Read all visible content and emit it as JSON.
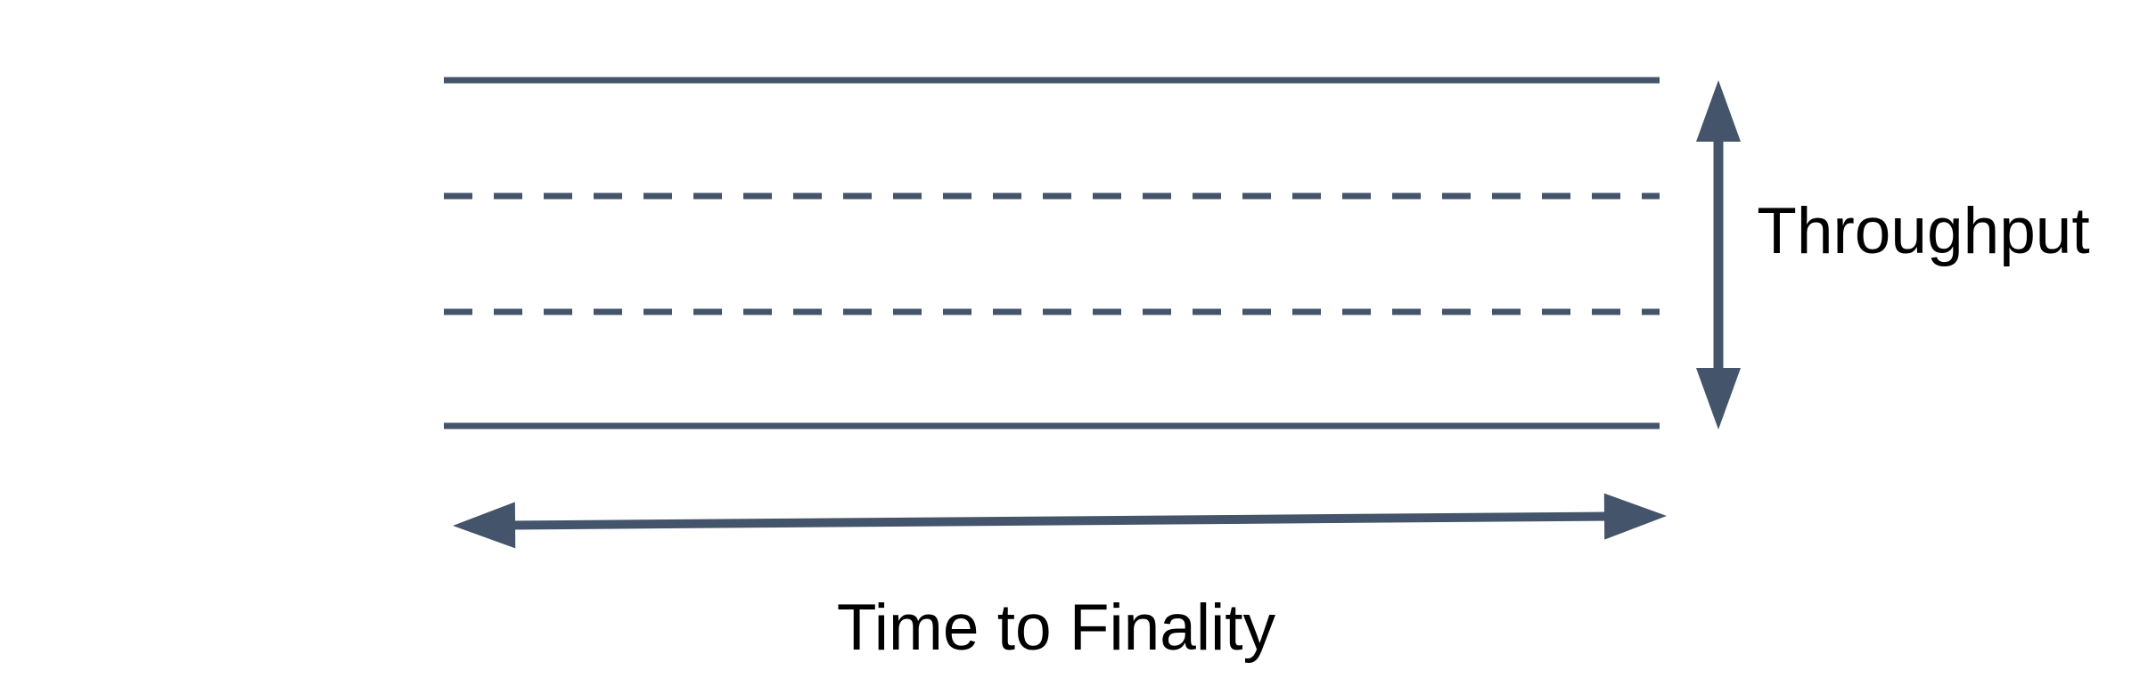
{
  "diagram": {
    "labels": {
      "throughput": "Throughput",
      "time_to_finality": "Time to Finality"
    },
    "colors": {
      "shape": "#44546A",
      "label_text": "#000000",
      "background": "#FFFFFF"
    },
    "icons": {
      "throughput_axis": "vertical-double-arrow-icon",
      "time_axis": "horizontal-double-arrow-icon"
    },
    "band": {
      "solid_boundary_lines": 2,
      "dashed_inner_lines": 2
    }
  }
}
